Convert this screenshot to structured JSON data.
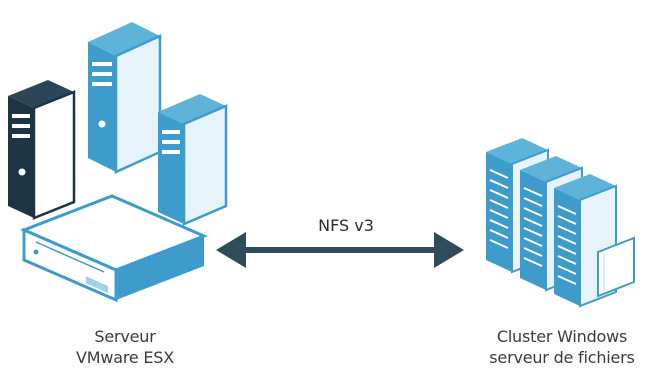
{
  "protocol": {
    "label": "NFS v3"
  },
  "left_node": {
    "line1": "Serveur",
    "line2": "VMware ESX"
  },
  "right_node": {
    "line1": "Cluster Windows",
    "line2": "serveur de fichiers"
  },
  "colors": {
    "dark_server": "#1f3a4a",
    "blue_server": "#3d9ccb",
    "light_face": "#dff0f8",
    "arrow": "#2f4c5a",
    "text": "#3c3c3c"
  }
}
